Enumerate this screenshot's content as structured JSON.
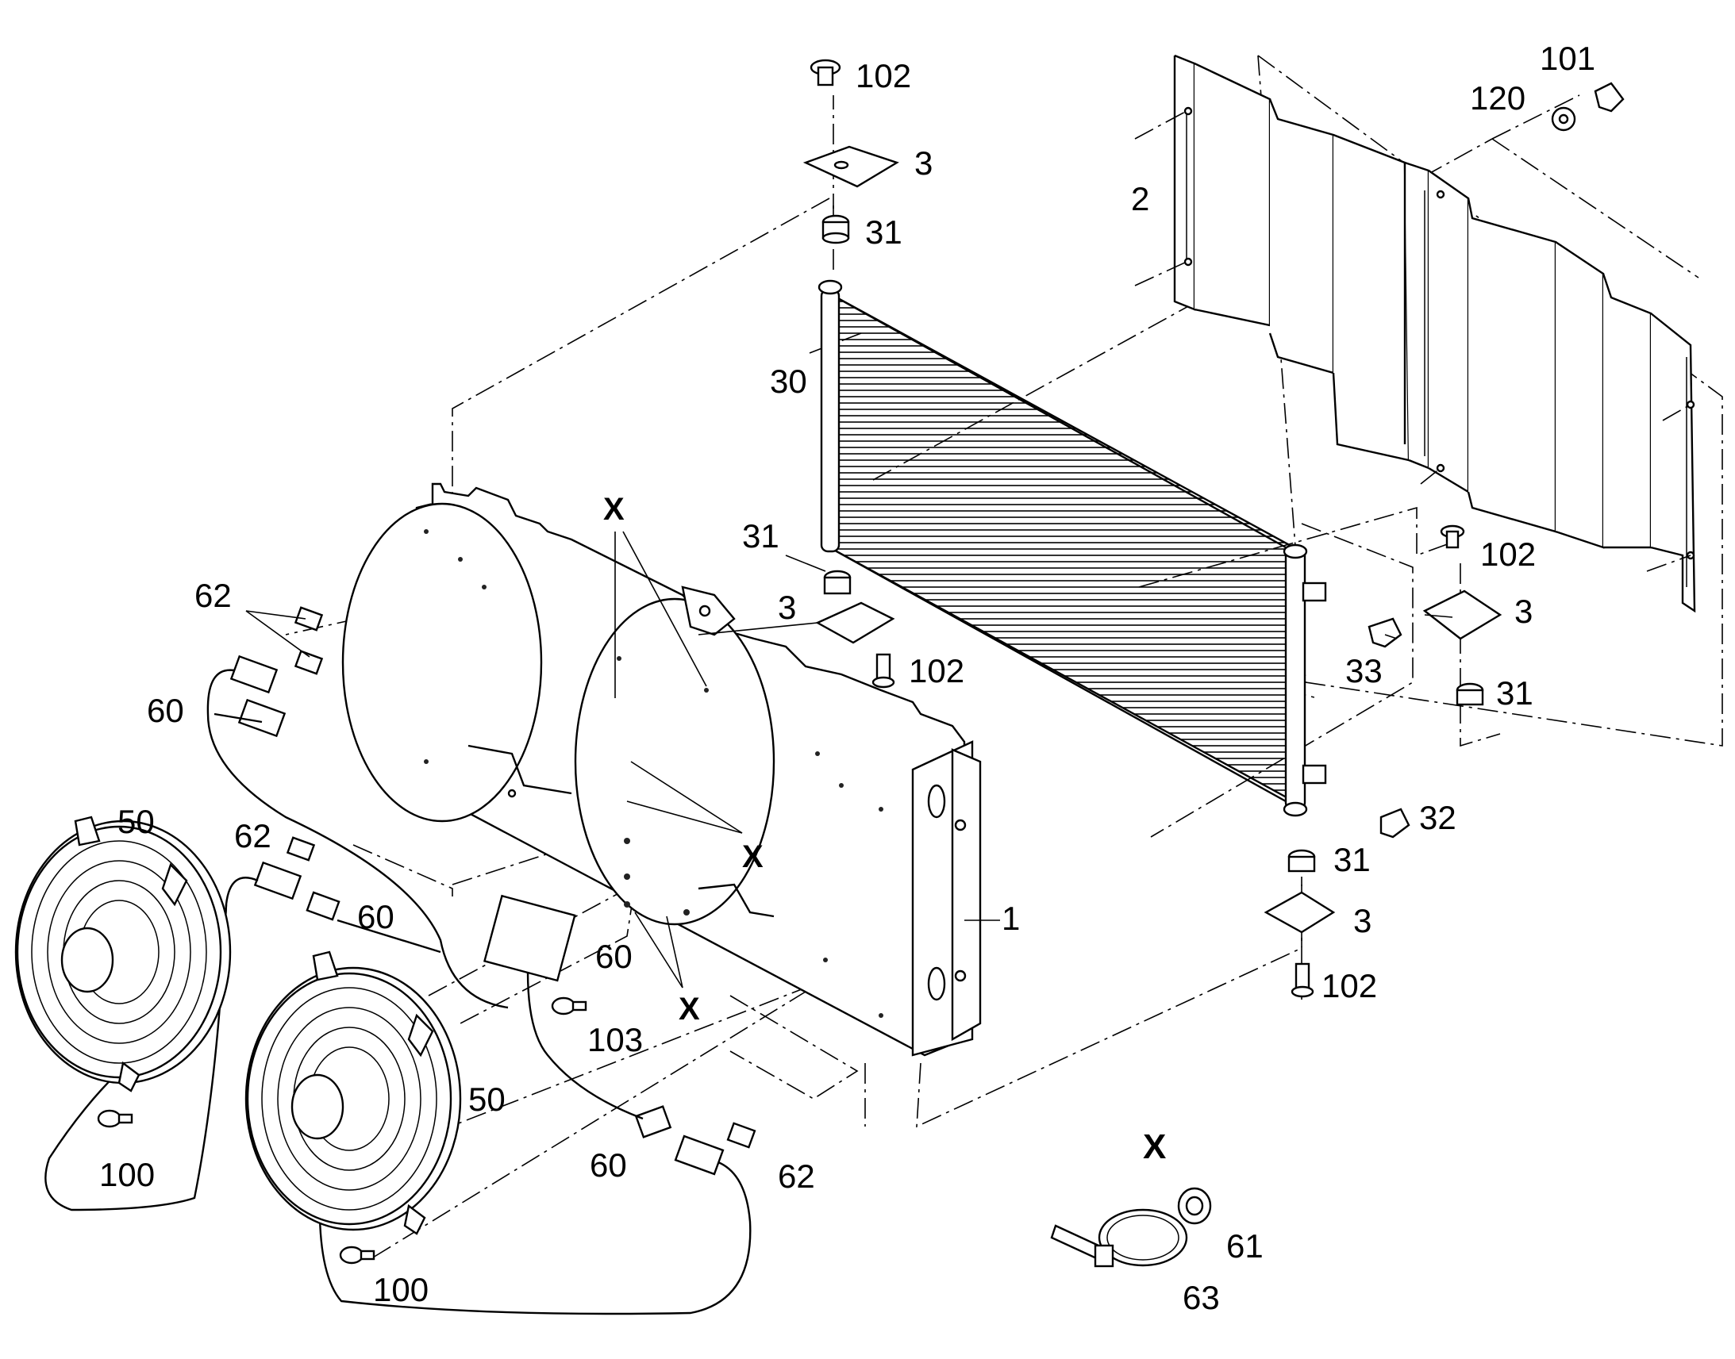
{
  "callouts": {
    "c1": "1",
    "c2": "2",
    "c3a": "3",
    "c3b": "3",
    "c3c": "3",
    "c3d": "3",
    "c30": "30",
    "c31a": "31",
    "c31b": "31",
    "c31c": "31",
    "c31d": "31",
    "c32": "32",
    "c33": "33",
    "c50a": "50",
    "c50b": "50",
    "c60a": "60",
    "c60b": "60",
    "c60c": "60",
    "c60d": "60",
    "c61": "61",
    "c62a": "62",
    "c62b": "62",
    "c62c": "62",
    "c63": "63",
    "c100a": "100",
    "c100b": "100",
    "c101": "101",
    "c102a": "102",
    "c102b": "102",
    "c102c": "102",
    "c102d": "102",
    "c103": "103",
    "c120": "120",
    "x1": "X",
    "x2": "X",
    "x3": "X",
    "xdetail": "X"
  }
}
